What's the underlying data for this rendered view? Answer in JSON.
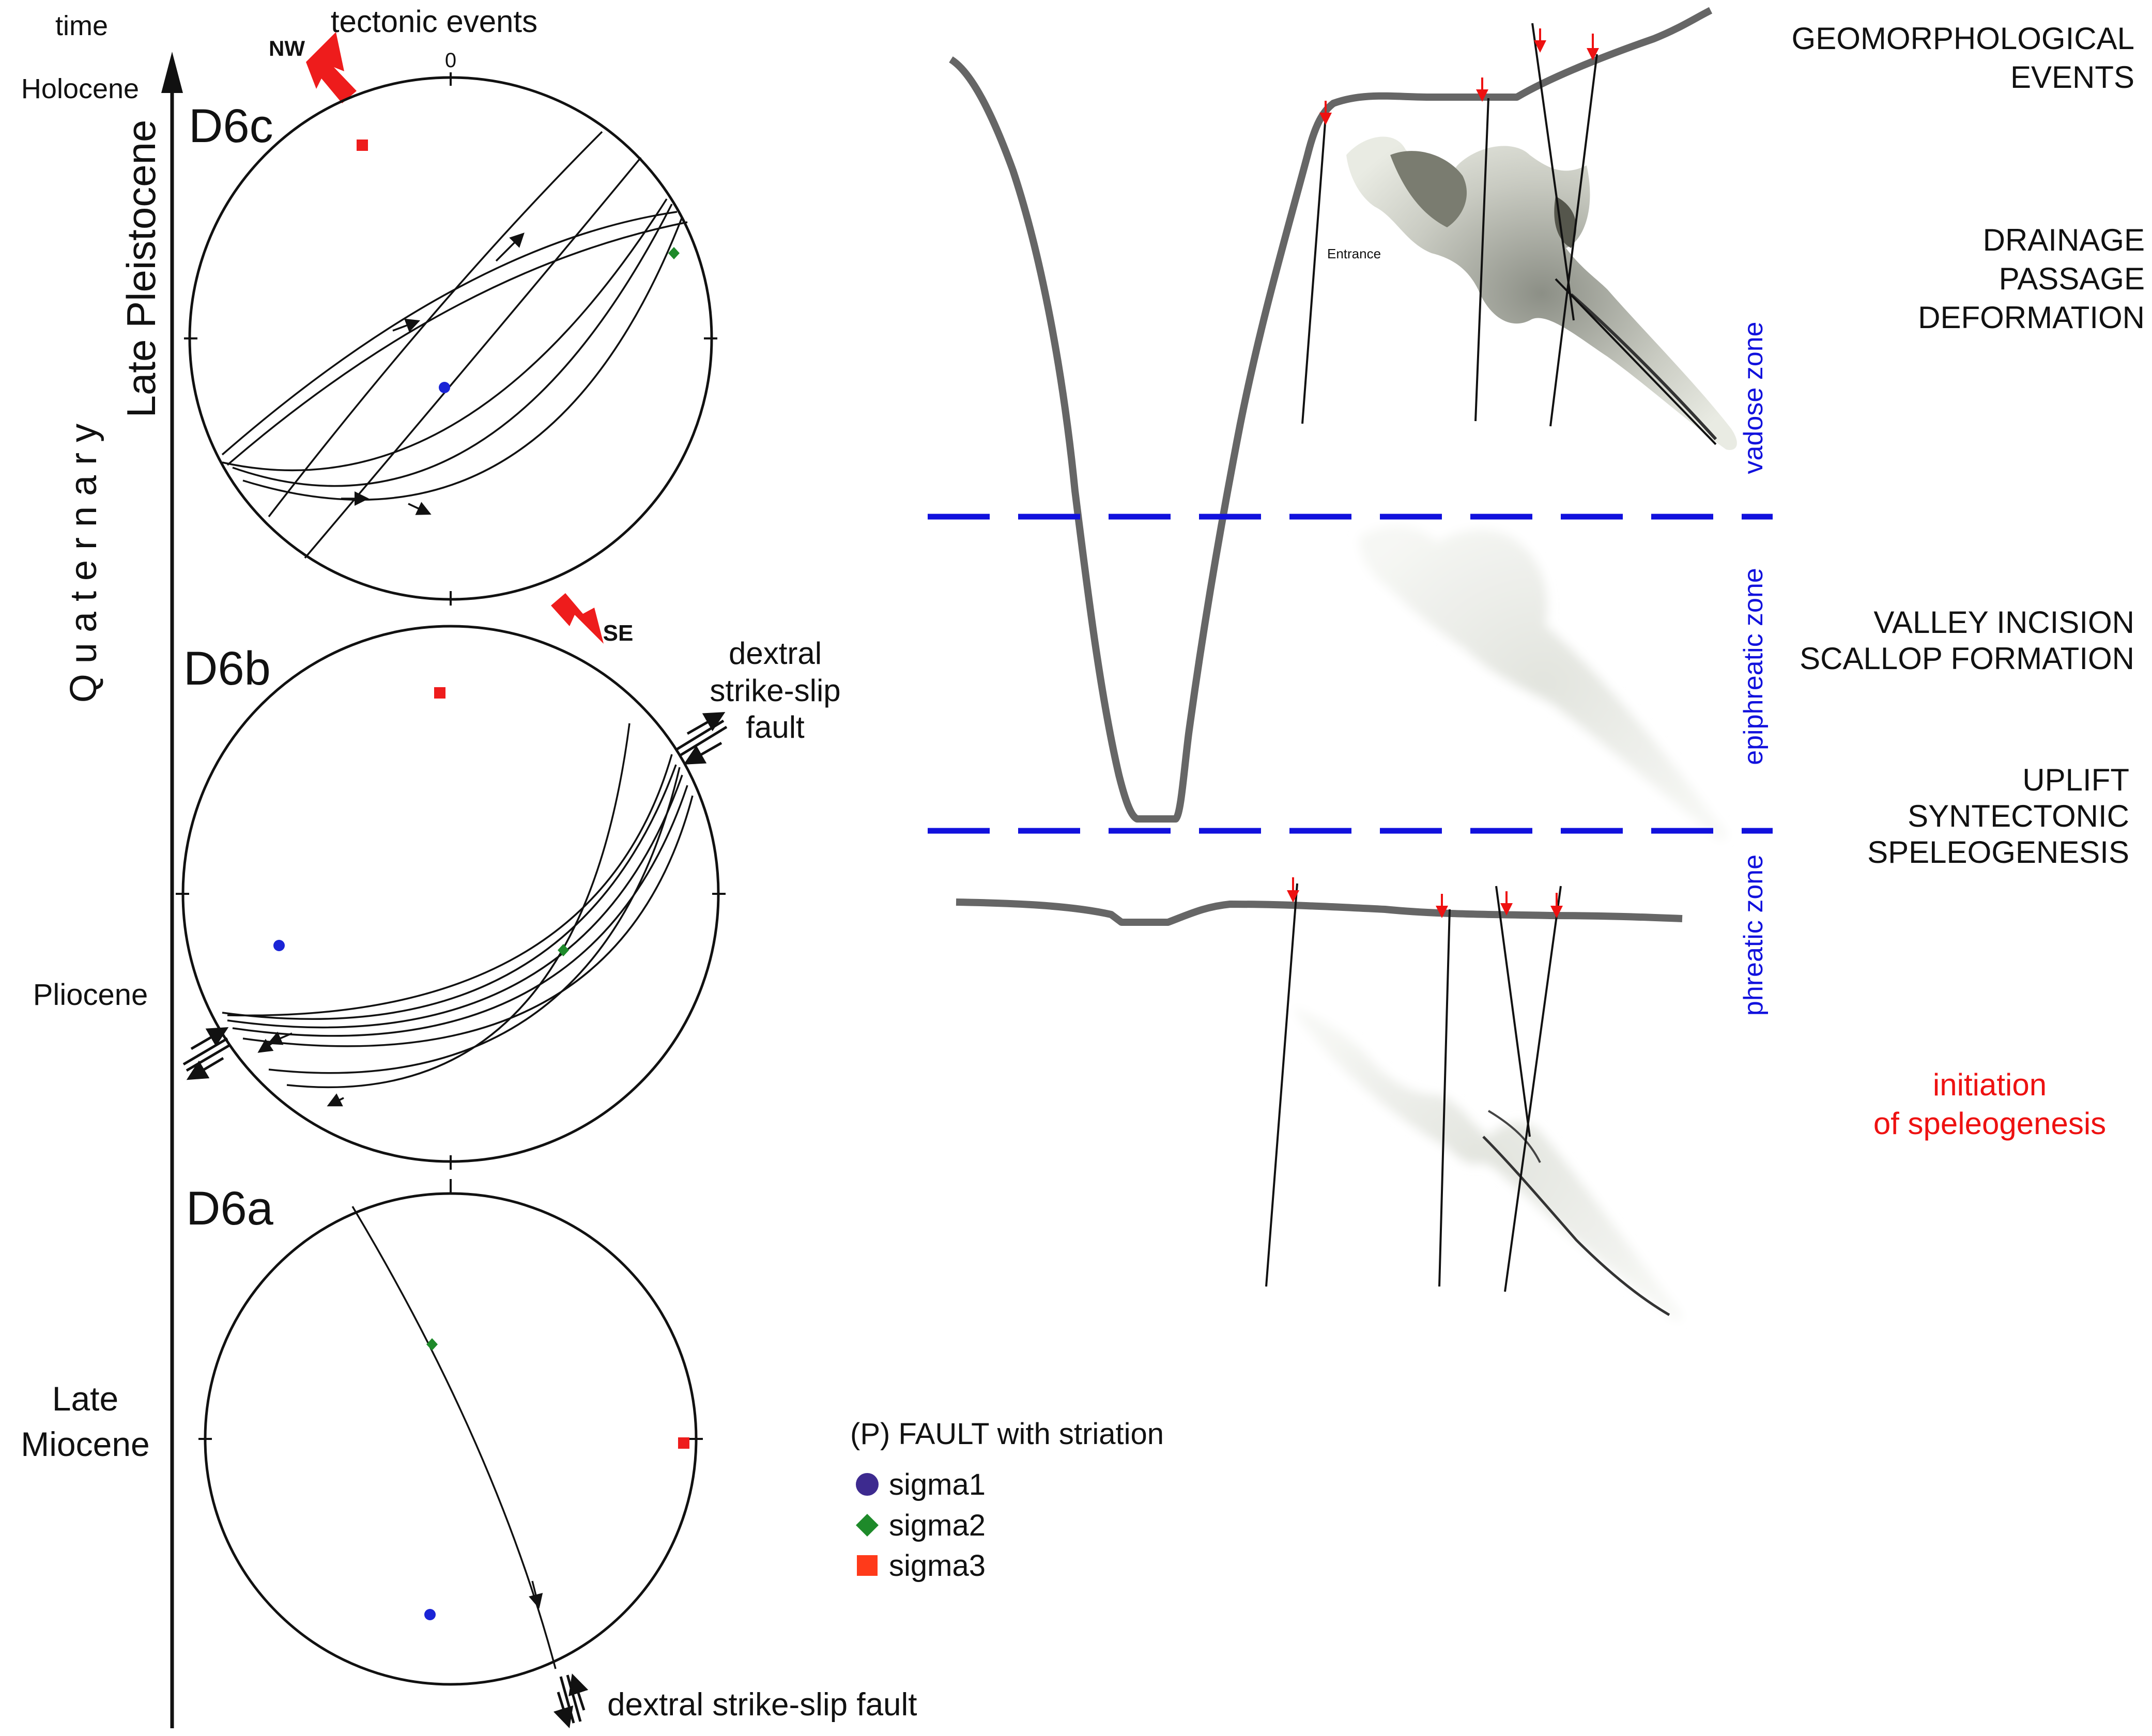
{
  "timeline": {
    "time_label": "time",
    "epochs": {
      "holocene": "Holocene",
      "late_pleistocene": "Late Pleistocene",
      "pliocene": "Pliocene",
      "late": "Late",
      "miocene": "Miocene"
    },
    "period": "Q u a t e r n a r y"
  },
  "tectonic": {
    "title": "tectonic events",
    "zero_label": "0",
    "nw_label": "NW",
    "se_label": "SE",
    "d6c": "D6c",
    "d6b": "D6b",
    "d6a": "D6a",
    "fault_b_line1": "dextral",
    "fault_b_line2": "strike-slip",
    "fault_b_line3": "fault",
    "fault_a": "dextral strike-slip fault"
  },
  "legend": {
    "title": "(P) FAULT with striation",
    "sigma1": "sigma1",
    "sigma2": "sigma2",
    "sigma3": "sigma3",
    "colors": {
      "sigma1": "#1a24d6",
      "sigma2": "#1e8a2a",
      "sigma3": "#ee1c1c"
    }
  },
  "zones": {
    "vadose": "vadose zone",
    "epiphreatic": "epiphreatic zone",
    "phreatic": "phreatic zone",
    "entrance": "Entrance",
    "color": "#1111dd"
  },
  "events": {
    "geomorph_1": "GEOMORPHOLOGICAL",
    "geomorph_2": "EVENTS",
    "drainage_1": "DRAINAGE",
    "drainage_2": "PASSAGE",
    "drainage_3": "DEFORMATION",
    "valley_1": "VALLEY INCISION",
    "valley_2": "SCALLOP FORMATION",
    "uplift_1": "UPLIFT",
    "uplift_2": "SYNTECTONIC",
    "uplift_3": "SPELEOGENESIS",
    "init_1": "initiation",
    "init_2": "of speleogenesis",
    "init_color": "#ee1111"
  }
}
